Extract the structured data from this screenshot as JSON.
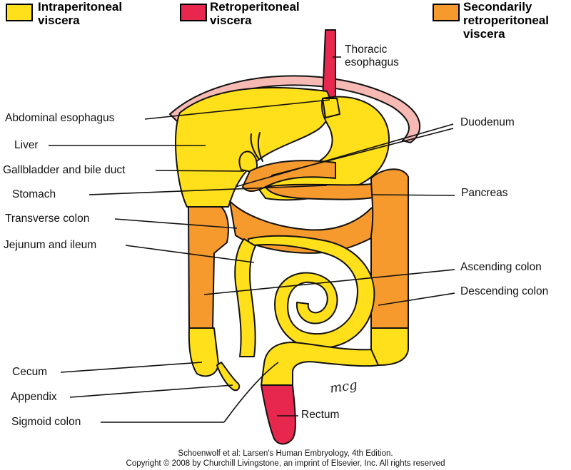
{
  "legend": [
    {
      "line1": "Intraperitoneal",
      "line2": "viscera",
      "line3": "",
      "color": "#ffe01a"
    },
    {
      "line1": "Retroperitoneal",
      "line2": "viscera",
      "line3": "",
      "color": "#e8274f"
    },
    {
      "line1": "Secondarily",
      "line2": "retroperitoneal",
      "line3": "viscera",
      "color": "#f79a2e"
    }
  ],
  "labels": {
    "thoracic_1": "Thoracic",
    "thoracic_2": "esophagus",
    "abdominal_esophagus": "Abdominal esophagus",
    "liver": "Liver",
    "gallbladder": "Gallbladder and bile duct",
    "stomach": "Stomach",
    "transverse_colon": "Transverse colon",
    "jejunum": "Jejunum and ileum",
    "cecum": "Cecum",
    "appendix": "Appendix",
    "sigmoid_colon": "Sigmoid colon",
    "duodenum": "Duodenum",
    "pancreas": "Pancreas",
    "ascending_colon": "Ascending colon",
    "descending_colon": "Descending colon",
    "rectum": "Rectum"
  },
  "signature": "mcg",
  "credit": {
    "line1": "Schoenwolf et al: Larsen's Human Embryology, 4th Edition.",
    "line2": "Copyright © 2008 by Churchill Livingstone, an imprint of Elsevier, Inc. All rights reserved"
  },
  "colors": {
    "intraperitoneal": "#ffe01a",
    "retroperitoneal": "#e8274f",
    "secondary": "#f79a2e",
    "diaphragm": "#f6b9b4"
  }
}
